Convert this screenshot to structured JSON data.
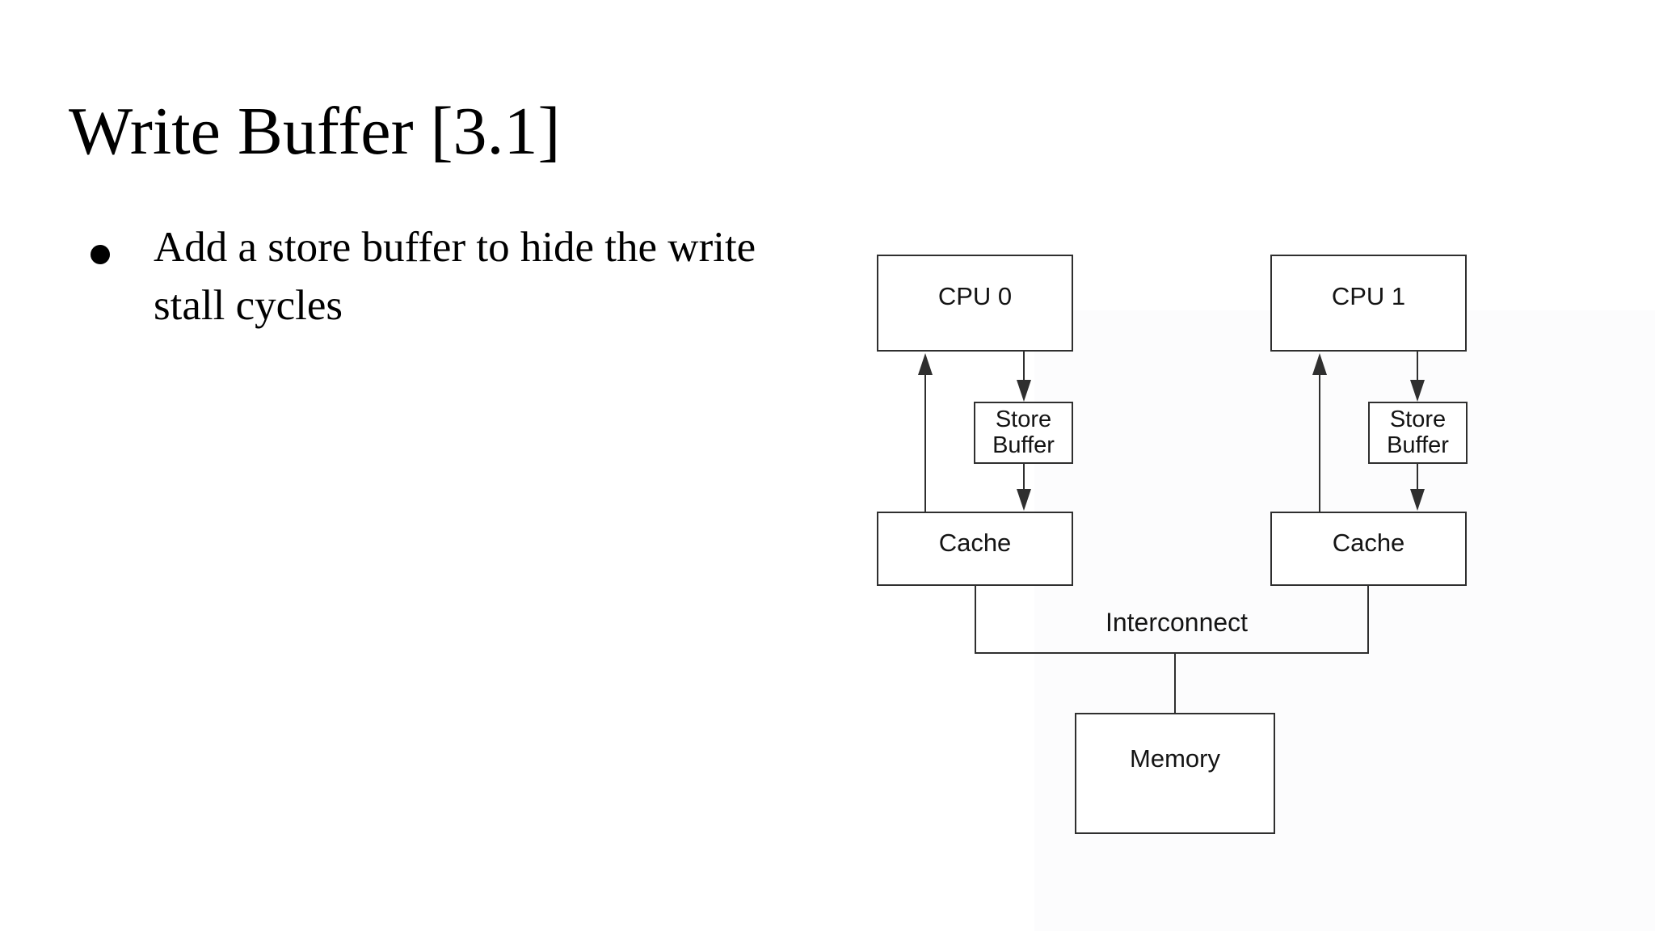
{
  "slide": {
    "title": "Write Buffer [3.1]",
    "bullet": {
      "marker_icon": "bullet-dot",
      "lines": [
        "Add a store buffer to hide the write",
        "stall cycles"
      ]
    }
  },
  "diagram": {
    "nodes": {
      "cpu0": {
        "label": "CPU 0"
      },
      "cpu1": {
        "label": "CPU 1"
      },
      "store_buffer0": {
        "label": "Store\nBuffer"
      },
      "store_buffer1": {
        "label": "Store\nBuffer"
      },
      "cache0": {
        "label": "Cache"
      },
      "cache1": {
        "label": "Cache"
      },
      "interconnect": {
        "label": "Interconnect"
      },
      "memory": {
        "label": "Memory"
      }
    },
    "edges": [
      {
        "from": "cache0",
        "to": "cpu0",
        "style": "arrow-up"
      },
      {
        "from": "cpu0",
        "to": "store_buffer0",
        "style": "arrow-down"
      },
      {
        "from": "store_buffer0",
        "to": "cache0",
        "style": "arrow-down"
      },
      {
        "from": "cache1",
        "to": "cpu1",
        "style": "arrow-up"
      },
      {
        "from": "cpu1",
        "to": "store_buffer1",
        "style": "arrow-down"
      },
      {
        "from": "store_buffer1",
        "to": "cache1",
        "style": "arrow-down"
      },
      {
        "from": "cache0",
        "to": "interconnect",
        "style": "line"
      },
      {
        "from": "cache1",
        "to": "interconnect",
        "style": "line"
      },
      {
        "from": "interconnect",
        "to": "memory",
        "style": "line"
      }
    ],
    "colors": {
      "line": "#2f2f2f",
      "text": "#141414",
      "figure_bg": "#fcfcfd"
    }
  }
}
